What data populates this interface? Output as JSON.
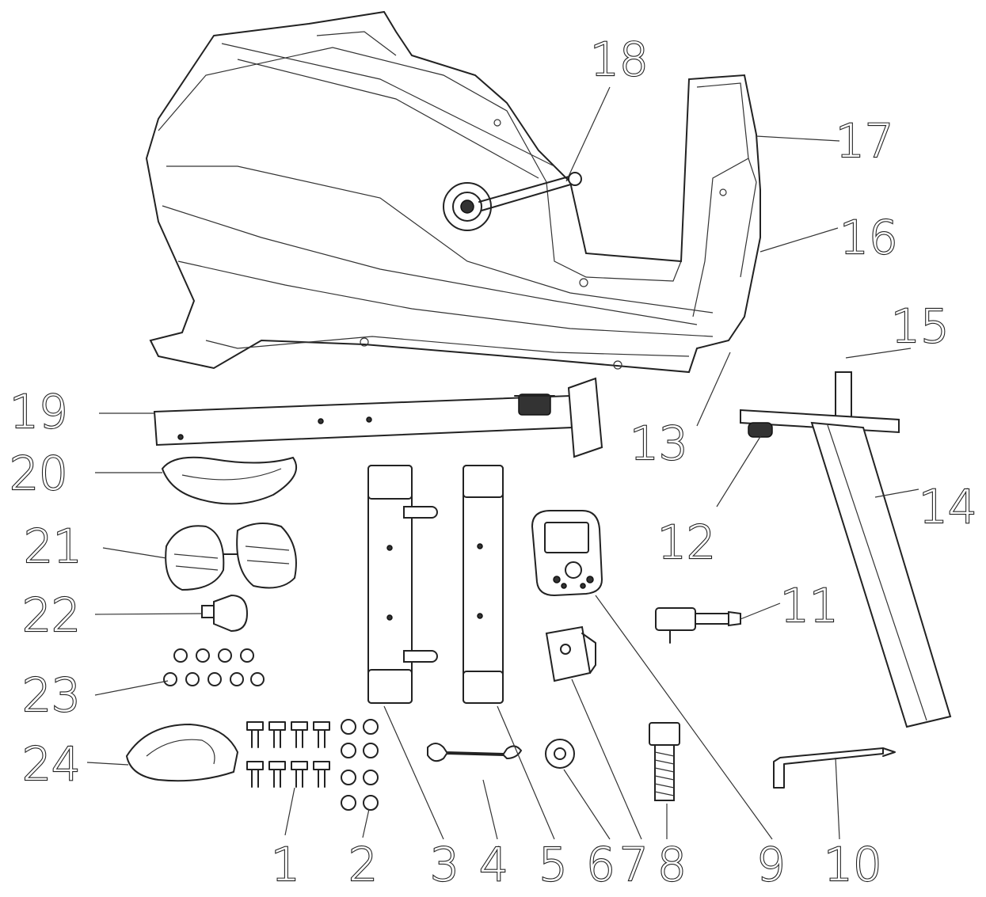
{
  "diagram": {
    "parts": [
      {
        "id": "1",
        "label": "1"
      },
      {
        "id": "2",
        "label": "2"
      },
      {
        "id": "3",
        "label": "3"
      },
      {
        "id": "4",
        "label": "4"
      },
      {
        "id": "5",
        "label": "5"
      },
      {
        "id": "6",
        "label": "6"
      },
      {
        "id": "7",
        "label": "7"
      },
      {
        "id": "8",
        "label": "8"
      },
      {
        "id": "9",
        "label": "9"
      },
      {
        "id": "10",
        "label": "10"
      },
      {
        "id": "11",
        "label": "11"
      },
      {
        "id": "12",
        "label": "12"
      },
      {
        "id": "13",
        "label": "13"
      },
      {
        "id": "14",
        "label": "14"
      },
      {
        "id": "15",
        "label": "15"
      },
      {
        "id": "16",
        "label": "16"
      },
      {
        "id": "17",
        "label": "17"
      },
      {
        "id": "18",
        "label": "18"
      },
      {
        "id": "19",
        "label": "19"
      },
      {
        "id": "20",
        "label": "20"
      },
      {
        "id": "21",
        "label": "21"
      },
      {
        "id": "22",
        "label": "22"
      },
      {
        "id": "23",
        "label": "23"
      },
      {
        "id": "24",
        "label": "24"
      }
    ]
  }
}
